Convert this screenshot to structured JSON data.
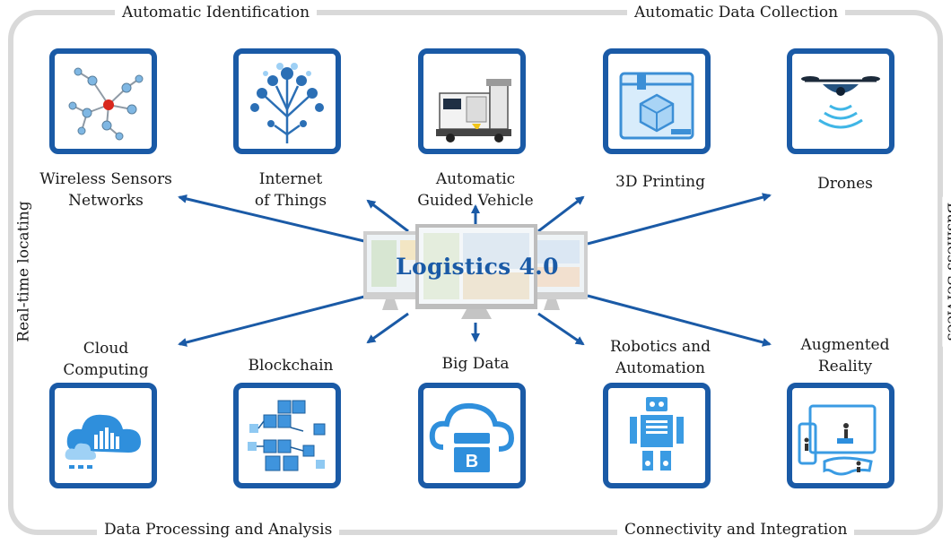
{
  "diagram": {
    "title": "Logistics 4.0",
    "edges": {
      "top_left": "Automatic Identification",
      "top_right": "Automatic Data Collection",
      "bottom_left": "Data Processing and Analysis",
      "bottom_right": "Connectivity and Integration",
      "left": "Real-time locating",
      "right": "Business Services"
    },
    "technologies": [
      {
        "id": "wsn",
        "lines": [
          "Wireless Sensors",
          "Networks"
        ],
        "icon": "sensor-network-icon"
      },
      {
        "id": "iot",
        "lines": [
          "Internet",
          "of Things"
        ],
        "icon": "iot-tree-icon"
      },
      {
        "id": "agv",
        "lines": [
          "Automatic",
          "Guided Vehicle"
        ],
        "icon": "agv-vehicle-icon"
      },
      {
        "id": "print3d",
        "lines": [
          "3D Printing"
        ],
        "icon": "3d-printer-icon"
      },
      {
        "id": "drones",
        "lines": [
          "Drones"
        ],
        "icon": "drone-icon"
      },
      {
        "id": "cloud",
        "lines": [
          "Cloud",
          "Computing"
        ],
        "icon": "cloud-computing-icon"
      },
      {
        "id": "blockchain",
        "lines": [
          "Blockchain"
        ],
        "icon": "blockchain-icon"
      },
      {
        "id": "bigdata",
        "lines": [
          "Big Data"
        ],
        "icon": "big-data-icon"
      },
      {
        "id": "robotics",
        "lines": [
          "Robotics and",
          "Automation"
        ],
        "icon": "robot-icon"
      },
      {
        "id": "ar",
        "lines": [
          "Augmented",
          "Reality"
        ],
        "icon": "augmented-reality-icon"
      }
    ],
    "colors": {
      "accent": "#1a5aa6",
      "frame": "#d9d9d9",
      "light_blue": "#5ba3e0"
    }
  }
}
